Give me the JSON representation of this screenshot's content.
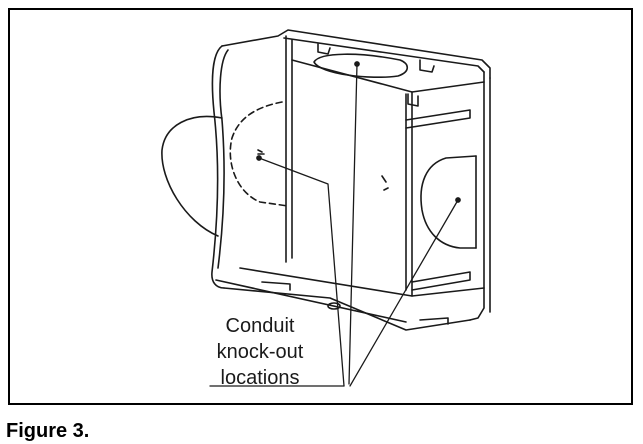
{
  "figure": {
    "callout_lines": [
      "Conduit",
      "knock-out",
      "locations"
    ],
    "caption": "Figure 3."
  },
  "colors": {
    "line": "#1a1a1a",
    "frame": "#000000",
    "background": "#ffffff"
  }
}
